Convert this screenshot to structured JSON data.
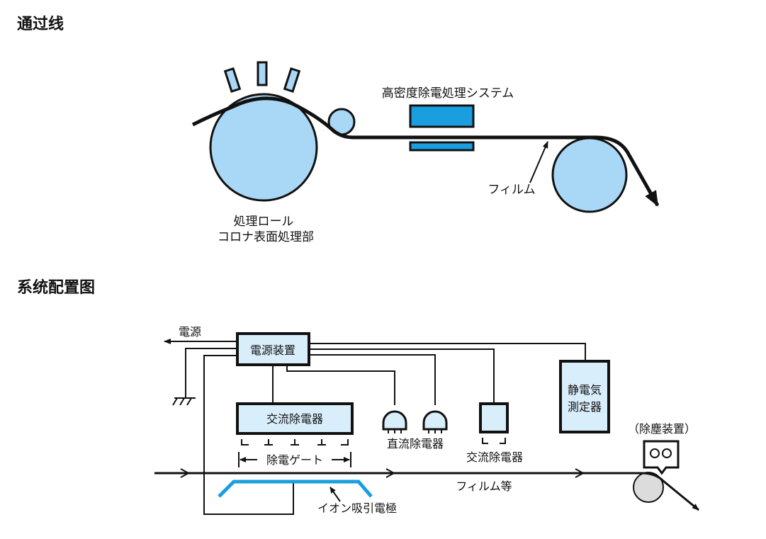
{
  "sections": {
    "top_title": "通过线",
    "bottom_title": "系统配置图"
  },
  "top_diagram": {
    "system_label": "高密度除電処理システム",
    "film_label": "フィルム",
    "roll_label_line1": "処理ロール",
    "roll_label_line2": "コロナ表面処理部"
  },
  "bottom_diagram": {
    "power_label": "電源",
    "power_unit_label": "電源装置",
    "ac_eliminator_label": "交流除電器",
    "static_meter_line1": "静電気",
    "static_meter_line2": "測定器",
    "dust_removal_label": "（除塵装置）",
    "dc_eliminator_label": "直流除電器",
    "ac_eliminator_small_label": "交流除電器",
    "gate_label": "除電ゲート",
    "film_label": "フィルム等",
    "electrode_label": "イオン吸引電極"
  },
  "colors": {
    "light_blue": "#a8d8f5",
    "bright_blue": "#1a9ee0",
    "pale_box": "#d9eefb",
    "line": "#111111",
    "roller_gray": "#dcdcdc"
  }
}
